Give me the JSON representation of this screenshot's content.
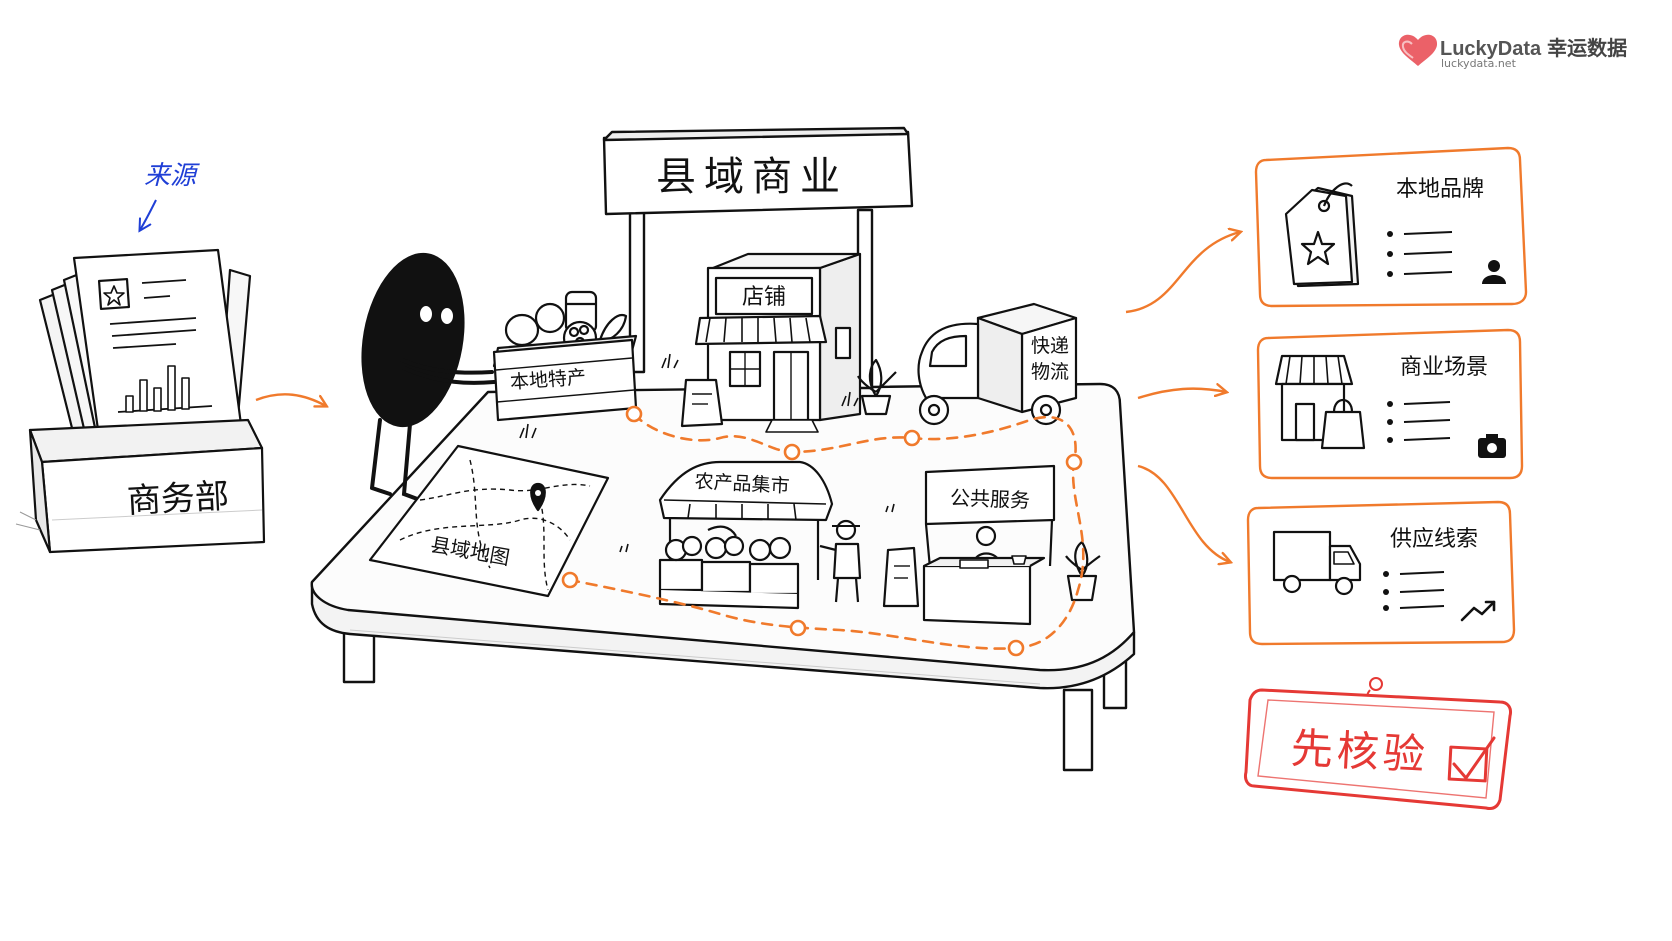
{
  "watermark": {
    "brand": "LuckyData",
    "brand_cn": "幸运数据",
    "url": "luckydata.net",
    "logo_icon": "heart-icon",
    "logo_color": "#e8454d"
  },
  "source": {
    "annotation": "来源",
    "box_label": "商务部"
  },
  "sign": {
    "title": "县域商业"
  },
  "table_items": {
    "crate": "本地特产",
    "shop": "店铺",
    "truck": "快递物流",
    "map": "县域地图",
    "market": "农产品集市",
    "service": "公共服务"
  },
  "outputs": [
    {
      "label": "本地品牌",
      "icon": "tag-star-icon",
      "corner_icon": "person-icon"
    },
    {
      "label": "商业场景",
      "icon": "storefront-icon",
      "corner_icon": "camera-icon"
    },
    {
      "label": "供应线索",
      "icon": "truck-icon",
      "corner_icon": "trend-up-icon"
    }
  ],
  "stamp": {
    "label": "先核验",
    "icon": "checkbox-icon"
  },
  "colors": {
    "accent": "#f07a2c",
    "annotation": "#1f3fd6",
    "stamp": "#e53935",
    "ink": "#111111"
  }
}
